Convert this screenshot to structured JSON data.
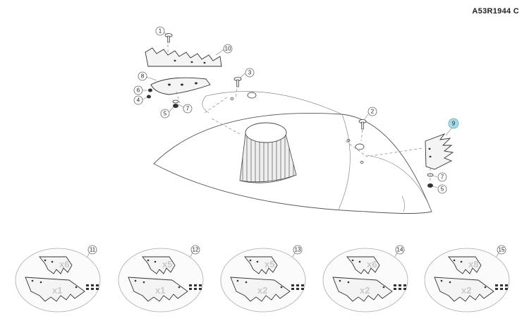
{
  "doc_code": "A53R1944 C",
  "callouts": [
    "1",
    "2",
    "3",
    "4",
    "5",
    "6",
    "7",
    "8",
    "9",
    "10",
    "5",
    "7"
  ],
  "highlight": "9",
  "highlight_color": "#a9dbe6",
  "kits": [
    {
      "number": "11",
      "qty_top": "x6",
      "qty_bottom": "x1"
    },
    {
      "number": "12",
      "qty_top": "x5",
      "qty_bottom": "x1"
    },
    {
      "number": "13",
      "qty_top": "x5",
      "qty_bottom": "x2"
    },
    {
      "number": "14",
      "qty_top": "x6",
      "qty_bottom": "x2"
    },
    {
      "number": "15",
      "qty_top": "x8",
      "qty_bottom": "x2"
    }
  ]
}
